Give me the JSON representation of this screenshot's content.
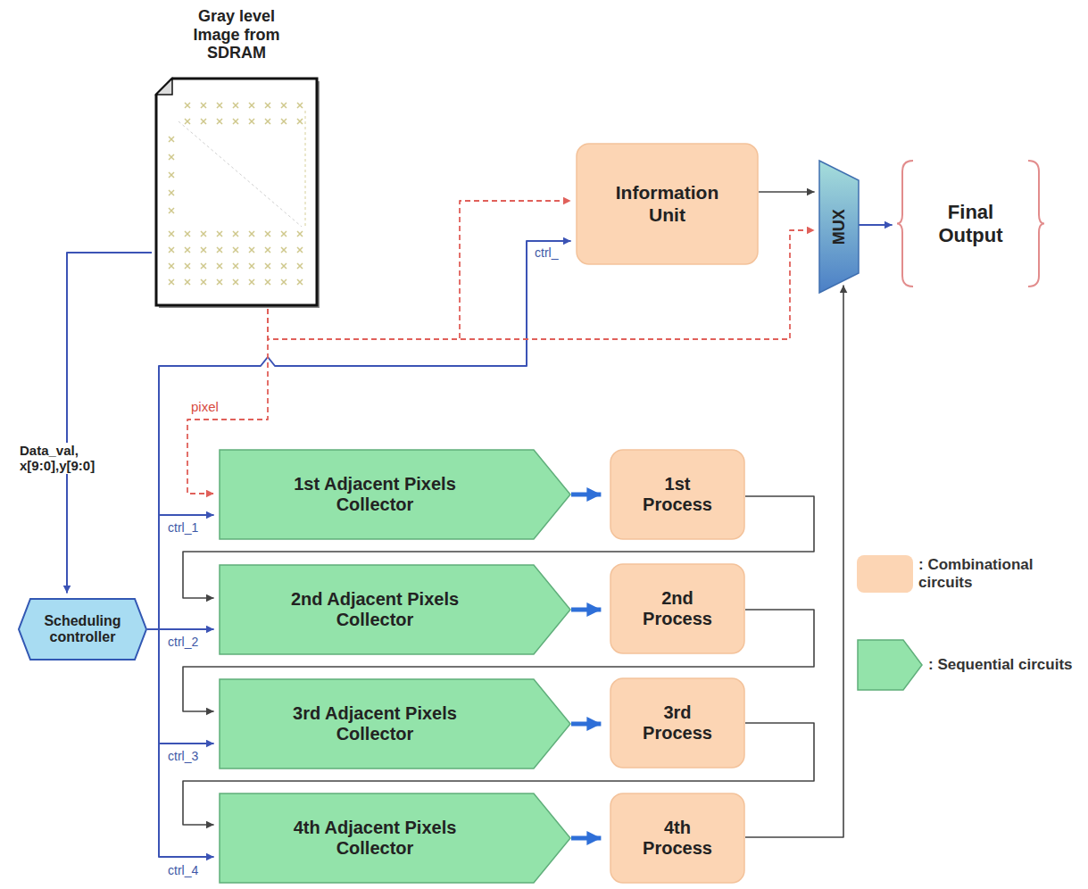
{
  "diagram": {
    "nodes": [
      {
        "text": [
          "Gray level Image from SDRAM"
        ]
      },
      {
        "text": [
          "Information Unit"
        ]
      },
      {
        "text": [
          "MUX"
        ]
      },
      {
        "text": [
          "Final Output"
        ]
      },
      {
        "text": [
          "Scheduling controller"
        ]
      },
      {
        "text": [
          "1st Adjacent Pixels Collector"
        ]
      },
      {
        "text": [
          "1st Process"
        ]
      },
      {
        "text": [
          "2nd Adjacent Pixels Collector"
        ]
      },
      {
        "text": [
          "2nd Process"
        ]
      },
      {
        "text": [
          "3rd Adjacent Pixels Collector"
        ]
      },
      {
        "text": [
          "3rd Process"
        ]
      },
      {
        "text": [
          "4th Adjacent Pixels Collector"
        ]
      },
      {
        "text": [
          "4th Process"
        ]
      }
    ],
    "edges": [
      {
        "from": 0,
        "to": 4,
        "arrow": "to",
        "label": "Data_val, x[9:0],y[9:0]"
      },
      {
        "from": 4,
        "to": 1,
        "arrow": "to",
        "label": "ctrl_"
      },
      {
        "from": 0,
        "to": 1,
        "arrow": "to"
      },
      {
        "from": 0,
        "to": 2,
        "arrow": "to"
      },
      {
        "from": 0,
        "to": 5,
        "arrow": "to",
        "label": "pixel"
      },
      {
        "from": 1,
        "to": 2,
        "arrow": "to"
      },
      {
        "from": 2,
        "to": 3,
        "arrow": "to"
      },
      {
        "from": 4,
        "to": 5,
        "arrow": "to",
        "label": "ctrl_1"
      },
      {
        "from": 4,
        "to": 7,
        "arrow": "to",
        "label": "ctrl_2"
      },
      {
        "from": 4,
        "to": 9,
        "arrow": "to",
        "label": "ctrl_3"
      },
      {
        "from": 4,
        "to": 11,
        "arrow": "to",
        "label": "ctrl_4"
      },
      {
        "from": 5,
        "to": 6,
        "arrow": "to"
      },
      {
        "from": 7,
        "to": 8,
        "arrow": "to"
      },
      {
        "from": 9,
        "to": 10,
        "arrow": "to"
      },
      {
        "from": 11,
        "to": 12,
        "arrow": "to"
      },
      {
        "from": 6,
        "to": 7,
        "arrow": "to"
      },
      {
        "from": 8,
        "to": 9,
        "arrow": "to"
      },
      {
        "from": 10,
        "to": 11,
        "arrow": "to"
      },
      {
        "from": 12,
        "to": 2,
        "arrow": "to"
      }
    ],
    "legend": [
      {
        "text": ": Combinational circuits",
        "color": "#fcd5b4"
      },
      {
        "text": ": Sequential circuits",
        "color": "#93e3aa"
      }
    ]
  }
}
